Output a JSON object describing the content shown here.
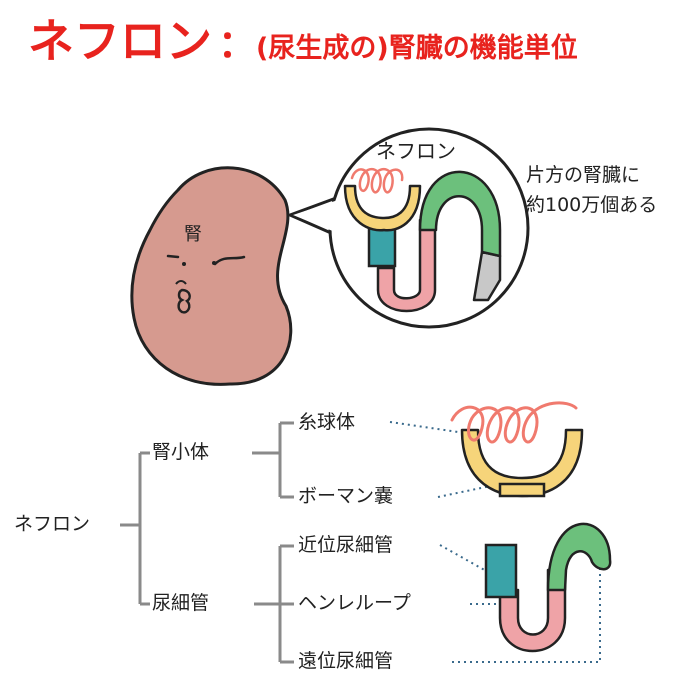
{
  "title": {
    "main": "ネフロン",
    "colon": "：",
    "subtitle": "(尿生成の)腎臓の機能単位"
  },
  "bubble_label": "ネフロン",
  "kidney_label": "腎",
  "note": {
    "line1": "片方の腎臓に",
    "line2": "約100万個ある"
  },
  "tree": {
    "root": "ネフロン",
    "branches": [
      {
        "label": "腎小体",
        "children": [
          "糸球体",
          "ボーマン嚢"
        ]
      },
      {
        "label": "尿細管",
        "children": [
          "近位尿細管",
          "ヘンレループ",
          "遠位尿細管"
        ]
      }
    ]
  },
  "colors": {
    "title_red": "#e8231e",
    "kidney": "#d69a8f",
    "glomerulus": "#f07a6e",
    "bowman": "#f6d47a",
    "proximal": "#3aa3a8",
    "loop": "#efa3a7",
    "distal": "#6cc07c",
    "collecting_duct": "#c8c8c8",
    "dotted_line": "#3a6a8c"
  }
}
